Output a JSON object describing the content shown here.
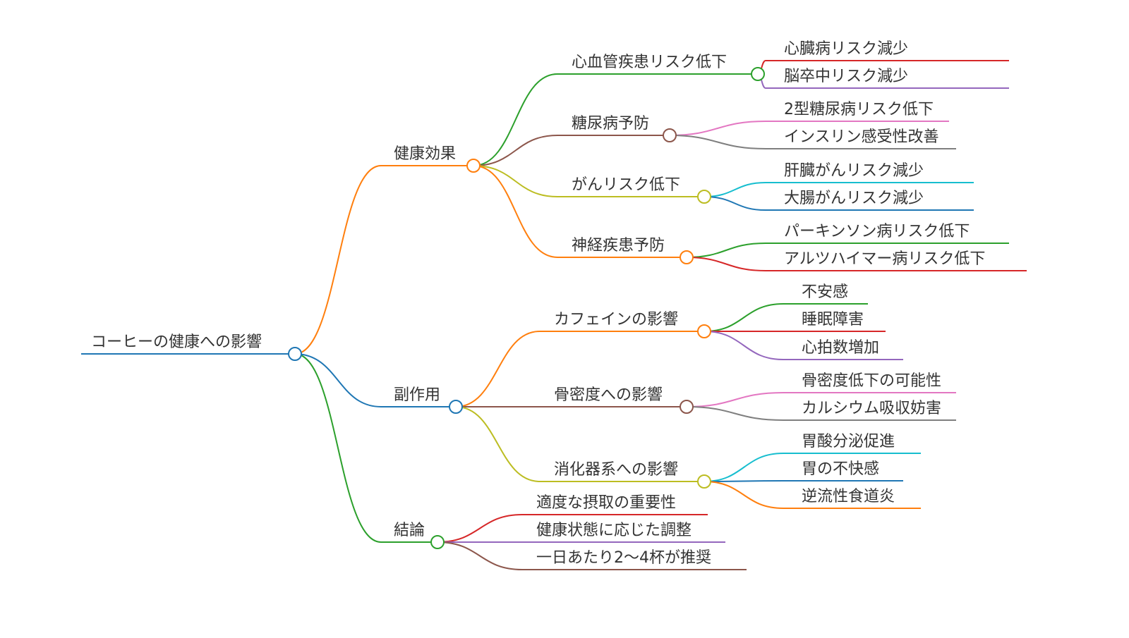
{
  "root": {
    "label": "コーヒーの健康への影響",
    "color": "#1f77b4"
  },
  "branches": [
    {
      "label": "健康効果",
      "color": "#ff7f0e",
      "children": [
        {
          "label": "心血管疾患リスク低下",
          "color": "#2ca02c",
          "children": [
            {
              "label": "心臓病リスク減少",
              "color": "#d62728"
            },
            {
              "label": "脳卒中リスク減少",
              "color": "#9467bd"
            }
          ]
        },
        {
          "label": "糖尿病予防",
          "color": "#8c564b",
          "children": [
            {
              "label": "2型糖尿病リスク低下",
              "color": "#e377c2"
            },
            {
              "label": "インスリン感受性改善",
              "color": "#7f7f7f"
            }
          ]
        },
        {
          "label": "がんリスク低下",
          "color": "#bcbd22",
          "children": [
            {
              "label": "肝臓がんリスク減少",
              "color": "#17becf"
            },
            {
              "label": "大腸がんリスク減少",
              "color": "#1f77b4"
            }
          ]
        },
        {
          "label": "神経疾患予防",
          "color": "#ff7f0e",
          "children": [
            {
              "label": "パーキンソン病リスク低下",
              "color": "#2ca02c"
            },
            {
              "label": "アルツハイマー病リスク低下",
              "color": "#d62728"
            }
          ]
        }
      ]
    },
    {
      "label": "副作用",
      "color": "#1f77b4",
      "children": [
        {
          "label": "カフェインの影響",
          "color": "#ff7f0e",
          "children": [
            {
              "label": "不安感",
              "color": "#2ca02c"
            },
            {
              "label": "睡眠障害",
              "color": "#d62728"
            },
            {
              "label": "心拍数増加",
              "color": "#9467bd"
            }
          ]
        },
        {
          "label": "骨密度への影響",
          "color": "#8c564b",
          "children": [
            {
              "label": "骨密度低下の可能性",
              "color": "#e377c2"
            },
            {
              "label": "カルシウム吸収妨害",
              "color": "#7f7f7f"
            }
          ]
        },
        {
          "label": "消化器系への影響",
          "color": "#bcbd22",
          "children": [
            {
              "label": "胃酸分泌促進",
              "color": "#17becf"
            },
            {
              "label": "胃の不快感",
              "color": "#1f77b4"
            },
            {
              "label": "逆流性食道炎",
              "color": "#ff7f0e"
            }
          ]
        }
      ]
    },
    {
      "label": "結論",
      "color": "#2ca02c",
      "children": [
        {
          "label": "適度な摂取の重要性",
          "color": "#d62728"
        },
        {
          "label": "健康状態に応じた調整",
          "color": "#9467bd"
        },
        {
          "label": "一日あたり2〜4杯が推奨",
          "color": "#8c564b"
        }
      ]
    }
  ]
}
